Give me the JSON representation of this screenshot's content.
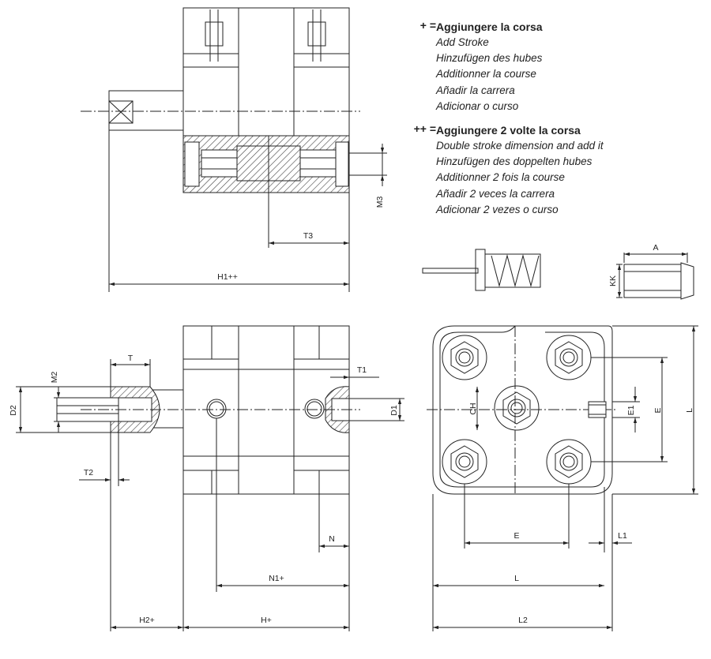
{
  "legend": {
    "single": {
      "symbol": "+ =",
      "heading": "Aggiungere la corsa",
      "lines": [
        "Add Stroke",
        "Hinzufügen des hubes",
        "Additionner la course",
        "Añadir la carrera",
        "Adicionar o curso"
      ]
    },
    "double": {
      "symbol": "++ =",
      "heading": "Aggiungere 2 volte la corsa",
      "lines": [
        "Double stroke dimension and add it",
        "Hinzufügen des doppelten hubes",
        "Additionner 2 fois la course",
        "Añadir 2 veces la carrera",
        "Adicionar 2 vezes o curso"
      ]
    }
  },
  "dimensions": {
    "M3": "M3",
    "T3": "T3",
    "H1": "H1++",
    "A": "A",
    "KK": "KK",
    "T": "T",
    "M2": "M2",
    "D2": "D2",
    "T2": "T2",
    "T1": "T1",
    "D1": "D1",
    "N": "N",
    "N1": "N1+",
    "H2": "H2+",
    "H": "H+",
    "CH": "CH",
    "E1": "E1",
    "E_side": "E",
    "L_side": "L",
    "E_bottom": "E",
    "L1": "L1",
    "L_bottom": "L",
    "L2": "L2"
  }
}
